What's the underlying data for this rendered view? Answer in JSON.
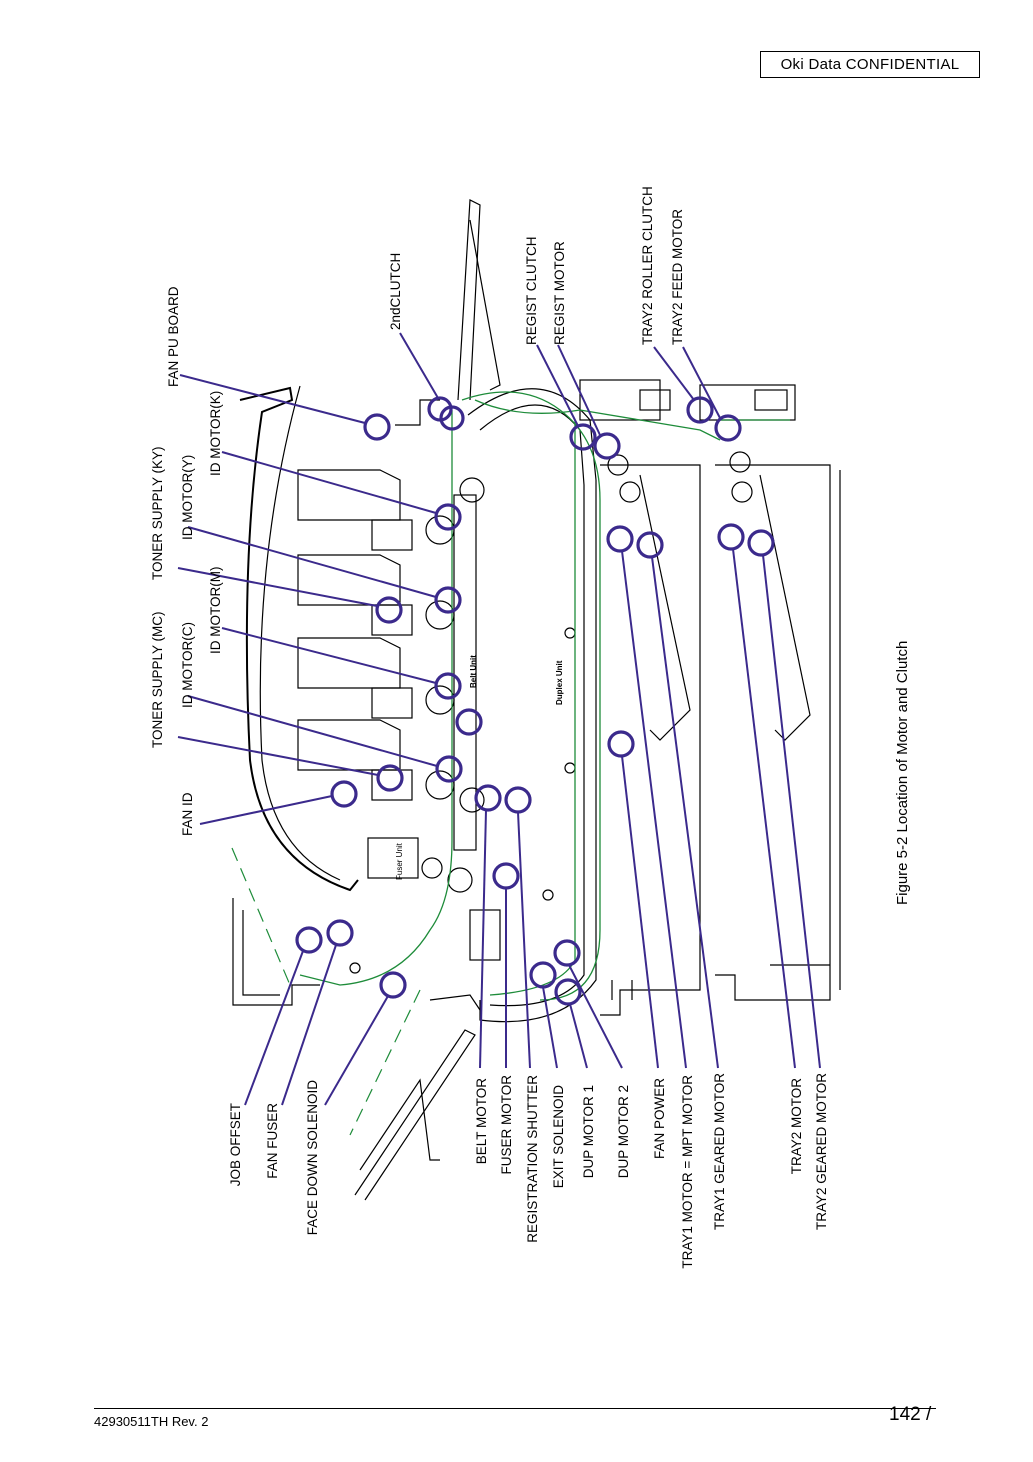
{
  "header": {
    "confidential": "Oki  Data  CONFIDENTIAL"
  },
  "footer": {
    "doc_number": "42930511TH  Rev. 2",
    "page": "142 /"
  },
  "figure": {
    "caption": "Figure  5-2   Location of Motor and Clutch"
  },
  "unit_labels": {
    "belt": "Belt Unit",
    "duplex": "Duplex Unit",
    "fuser": "Fuser Unit"
  },
  "callouts_top": [
    "FAN PU BOARD",
    "TONER SUPPLY (KY)",
    "ID MOTOR(Y)",
    "ID MOTOR(K)",
    "TONER SUPPLY (MC)",
    "ID MOTOR(C)",
    "ID MOTOR(M)",
    "FAN ID",
    "2ndCLUTCH",
    "REGIST CLUTCH",
    "REGIST MOTOR",
    "TRAY2 ROLLER CLUTCH",
    "TRAY2 FEED MOTOR"
  ],
  "callouts_bottom": [
    "JOB OFFSET",
    "FAN FUSER",
    "FACE DOWN SOLENOID",
    "BELT MOTOR",
    "FUSER MOTOR",
    "REGISTRATION SHUTTER",
    "EXIT SOLENOID",
    "DUP MOTOR 1",
    "DUP MOTOR 2",
    "FAN POWER",
    "TRAY1 MOTOR = MPT MOTOR",
    "TRAY1 GEARED MOTOR",
    "TRAY2 MOTOR",
    "TRAY2 GEARED MOTOR"
  ],
  "colors": {
    "callout": "#3b2a8c",
    "paper_path": "#1e8c3a",
    "frame": "#000000"
  }
}
